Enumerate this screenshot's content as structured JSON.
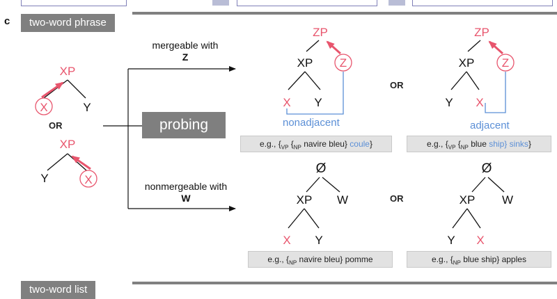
{
  "panel": {
    "letter": "c",
    "title": "two-word phrase",
    "bottom_title": "two-word list"
  },
  "left_trees": {
    "top": {
      "root": "XP",
      "left": "X",
      "right": "Y"
    },
    "or": "OR",
    "bottom": {
      "root": "XP",
      "left": "Y",
      "right": "X"
    }
  },
  "probing": {
    "label": "probing"
  },
  "branches": {
    "upper": {
      "line1": "mergeable with",
      "line2": "Z"
    },
    "lower": {
      "line1": "nonmergeable with",
      "line2": "W"
    }
  },
  "mergeable": {
    "tree1": {
      "root": "ZP",
      "xp": "XP",
      "z": "Z",
      "left": "X",
      "right": "Y",
      "note": "nonadjacent"
    },
    "or": "OR",
    "tree2": {
      "root": "ZP",
      "xp": "XP",
      "z": "Z",
      "left": "Y",
      "right": "X",
      "note": "adjacent"
    },
    "example1": {
      "eg": "e.g., {",
      "vp": "VP",
      "space1": " {",
      "np": "NP",
      "phrase": " navire bleu} ",
      "verb": "coule",
      "end": "}"
    },
    "example2": {
      "eg": "e.g., {",
      "vp": "VP",
      "space1": " {",
      "np": "NP",
      "phrase": " blue ",
      "noun": "ship} sinks",
      "end": "}"
    }
  },
  "nonmergeable": {
    "tree1": {
      "root": "Ø",
      "xp": "XP",
      "w": "W",
      "left": "X",
      "right": "Y"
    },
    "or": "OR",
    "tree2": {
      "root": "Ø",
      "xp": "XP",
      "w": "W",
      "left": "Y",
      "right": "X"
    },
    "example1": {
      "eg": "e.g., {",
      "np": "NP",
      "rest": " navire bleu} pomme"
    },
    "example2": {
      "eg": "e.g., {",
      "np": "NP",
      "rest": " blue ship} apples"
    }
  },
  "colors": {
    "red": "#e8556d",
    "blue": "#5b8fd6",
    "gray": "#808080"
  }
}
